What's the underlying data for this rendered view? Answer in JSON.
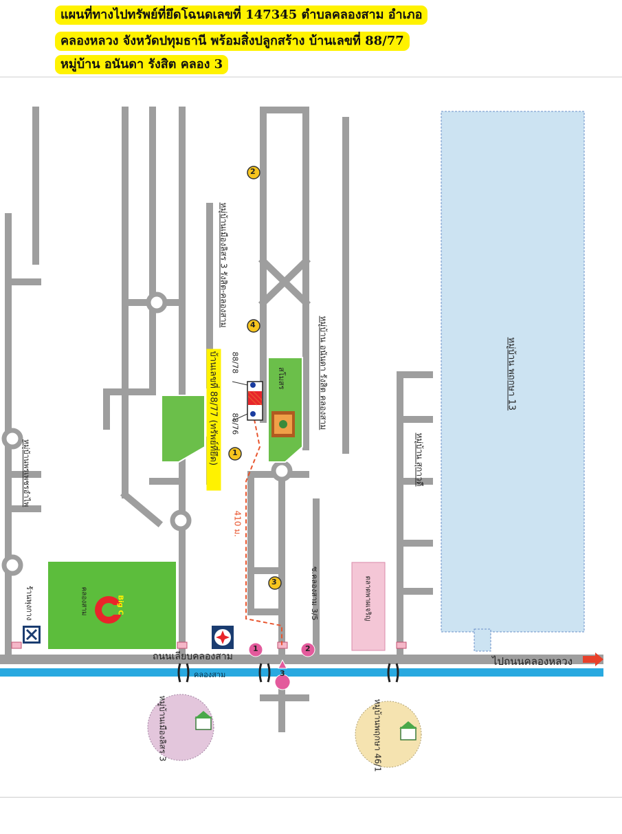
{
  "title": {
    "line1": "แผนที่ทางไปทรัพย์ที่ยึดโฉนดเลขที่  147345 ตำบลคลองสาม อำเภอ",
    "line2": "คลองหลวง จังหวัดปทุมธานี    พร้อมสิ่งปลูกสร้าง บ้านเลขที่ 88/77",
    "line3": "หมู่บ้าน อนันดา รังสิต คลอง 3"
  },
  "labels": {
    "main_road": "ถนนเลียบคลองสาม",
    "to_khlong_luang": "ไปถนนคลองหลวง",
    "canal": "คลองสาม",
    "village_phruksa13": "หมู่บ้าน พฤกษา 13",
    "village_ananda": "หมู่บ้าน อนันดา รังสิต คลองสาม",
    "village_sukawadi": "หมู่บ้าน สุกาวดี",
    "village_mueanlert3": "หมู่บ้านเมืองลิสร 3 รังสิต-คลองสาม",
    "village_phonphet": "หมู่บ้านพรเพชรอำไพ",
    "village_mueanlert3_circle": "หมู่บ้านเมืองลิสร 3",
    "village_phruksa46": "หมู่บ้านพฤกษา 46/1",
    "soi_35": "ซ.คลองสาม 3/5",
    "market": "ตลาดพาผเจริญ",
    "restaurant": "ร้านพุงกาง",
    "bigc_name": "Big C",
    "bigc_branch": "คลองสาม",
    "park": "สโมสร",
    "house_label": "บ้านเลขที่ 88/77 (ทรัพย์ที่ยึด)",
    "house_left": "88/78",
    "house_right": "88/76",
    "distance": "410 ม."
  },
  "markers": {
    "circle_1": "1",
    "circle_2": "2",
    "circle_3": "3",
    "circle_4": "4",
    "pin_1": "1",
    "pin_2": "2",
    "pin_3": "3"
  },
  "colors": {
    "road": "#9e9e9e",
    "canal": "#29a9e0",
    "phruksa13_fill": "#cce3f2",
    "green_fill": "#6bbf4a",
    "bigc_fill": "#5cbd3c",
    "route": "#e8552e",
    "title_highlight": "#fff200",
    "pin": "#e35a9c",
    "market_fill": "#f4c6d6",
    "phruksa46_fill": "#f5e3b0",
    "mueanlert_fill": "#e3c6dc"
  }
}
